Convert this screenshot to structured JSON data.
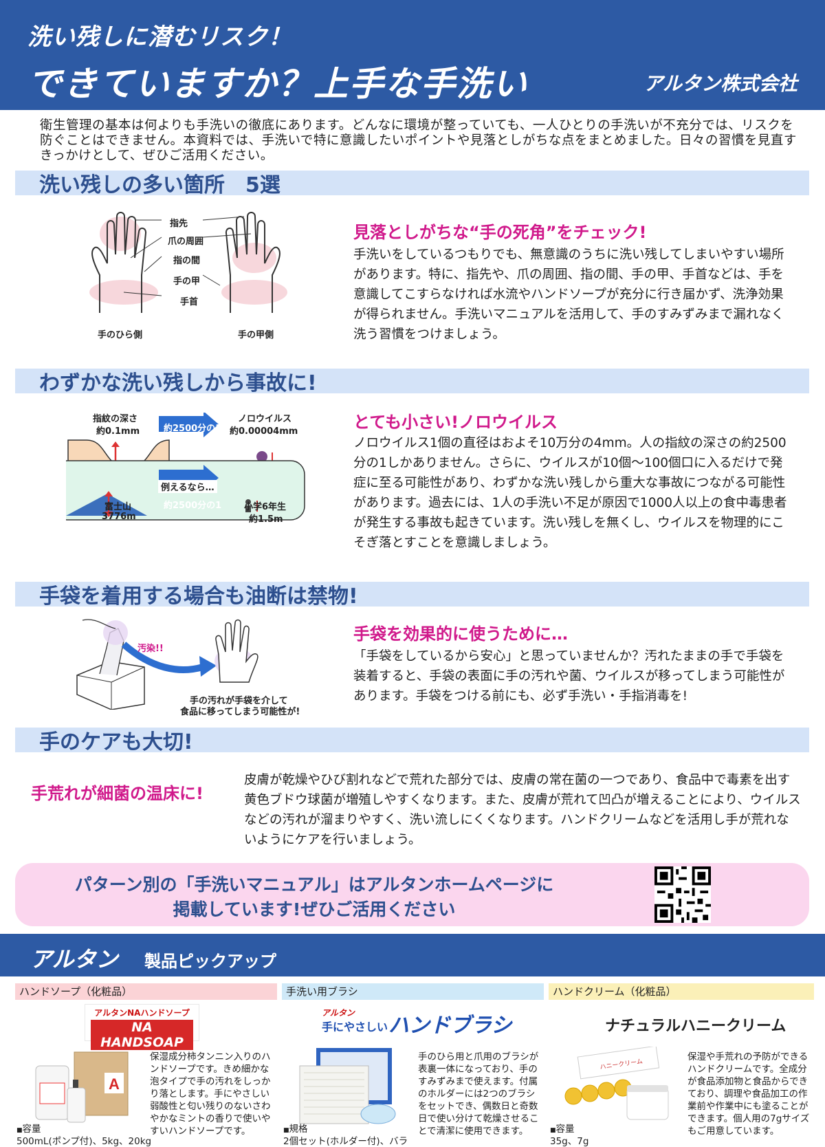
{
  "header": {
    "line1": "洗い残しに潜むリスク！",
    "line2": "できていますか？上手な手洗い",
    "company": "アルタン株式会社"
  },
  "intro": "衛生管理の基本は何よりも手洗いの徹底にあります。どんなに環境が整っていても、一人ひとりの手洗いが不充分では、リスクを防ぐことはできません。本資料では、手洗いで特に意識したいポイントや見落としがちな点をまとめました。日々の習慣を見直すきっかけとして、ぜひご活用ください。",
  "sections": [
    {
      "title": "洗い残しの多い箇所　5選",
      "subheading": "見落としがちな“手の死角”をチェック!",
      "body": "手洗いをしているつもりでも、無意識のうちに洗い残してしまいやすい場所があります。特に、指先や、爪の周囲、指の間、手の甲、手首などは、手を意識してこすらなければ水流やハンドソープが充分に行き届かず、洗浄効果が得られません。手洗いマニュアルを活用して、手のすみずみまで漏れなく洗う習慣をつけましょう。",
      "labels": [
        "指先",
        "爪の周囲",
        "指の間",
        "手の甲",
        "手首"
      ],
      "palm_caption": "手のひら側",
      "back_caption": "手の甲側"
    },
    {
      "title": "わずかな洗い残しから事故に!",
      "subheading": "とても小さい!ノロウイルス",
      "body": "ノロウイルス1個の直径はおよそ10万分の4mm。人の指紋の深さの約2500分の1しかありません。さらに、ウイルスが10個～100個口に入るだけで発症に至る可能性があり、わずかな洗い残しから重大な事故につながる可能性があります。過去には、1人の手洗い不足が原因で1000人以上の食中毒患者が発生する事故も起きています。洗い残しを無くし、ウイルスを物理的にこそぎ落とすことを意識しましょう。",
      "fp_label1": "指紋の深さ",
      "fp_label2": "約0.1mm",
      "ratio": "約2500分の1",
      "norovirus1": "ノロウイルス",
      "norovirus2": "約0.00004mm",
      "analogy": "例えるなら…",
      "fuji1": "富士山",
      "fuji2": "3776m",
      "child1": "小学6年生",
      "child2": "約1.5m"
    },
    {
      "title": "手袋を着用する場合も油断は禁物!",
      "subheading": "手袋を効果的に使うために…",
      "body": "「手袋をしているから安心」と思っていませんか？汚れたままの手で手袋を装着すると、手袋の表面に手の汚れや菌、ウイルスが移ってしまう可能性があります。手袋をつける前にも、必ず手洗い・手指消毒を!",
      "contam": "汚染!!",
      "caption1": "手の汚れが手袋を介して",
      "caption2": "食品に移ってしまう可能性が!"
    },
    {
      "title": "手のケアも大切!",
      "subheading": "手荒れが細菌の温床に!",
      "body": "皮膚が乾燥やひび割れなどで荒れた部分では、皮膚の常在菌の一つであり、食品中で毒素を出す黄色ブドウ球菌が増殖しやすくなります。また、皮膚が荒れて凹凸が増えることにより、ウイルスなどの汚れが溜まりやすく、洗い流しにくくなります。ハンドクリームなどを活用し手が荒れないようにケアを行いましょう。"
    }
  ],
  "banner": {
    "line1": "パターン別の「手洗いマニュアル」はアルタンホームページに",
    "line2": "掲載しています!ぜひご活用ください"
  },
  "products_header": {
    "brand": "アルタン",
    "title": "製品ピックアップ"
  },
  "products": [
    {
      "category": "ハンドソープ（化粧品）",
      "name_small": "アルタンNAハンドソープ",
      "name_big": "NA HANDSOAP",
      "desc": "保湿成分柿タンニン入りのハンドソープです。きめ細かな泡タイプで手の汚れをしっかり落とします。手にやさしい弱酸性と匂い残りのないさわやかなミントの香りで使いやすいハンドソープです。",
      "spec_label": "容量",
      "spec_value": "500mL(ポンプ付)、5kg、20kg",
      "color": "#fbd3d6"
    },
    {
      "category": "手洗い用ブラシ",
      "name_small": "アルタン",
      "name_mid": "手にやさしい",
      "name_big": "ハンドブラシ",
      "desc": "手のひら用と爪用のブラシが表裏一体になっており、手のすみずみまで使えます。付属のホルダーには2つのブラシをセットでき、偶数日と奇数日で使い分けて乾燥させることで清潔に使用できます。",
      "spec_label": "規格",
      "spec_value": "2個セット(ホルダー付)、バラ",
      "color": "#cfe9f8"
    },
    {
      "category": "ハンドクリーム（化粧品）",
      "name_big": "ナチュラルハニークリーム",
      "desc": "保湿や手荒れの予防ができるハンドクリームです。全成分が食品添加物と食品からできており、調理や食品加工の作業前や作業中にも塗ることができます。個人用の7gサイズもご用意しています。",
      "spec_label": "容量",
      "spec_value": "35g、7g",
      "color": "#fbf0b8"
    }
  ],
  "colors": {
    "brand_blue": "#2d5aa4",
    "section_bar": "#d4e3f8",
    "accent_magenta": "#d0198b",
    "banner_pink": "#fbd6ee"
  }
}
